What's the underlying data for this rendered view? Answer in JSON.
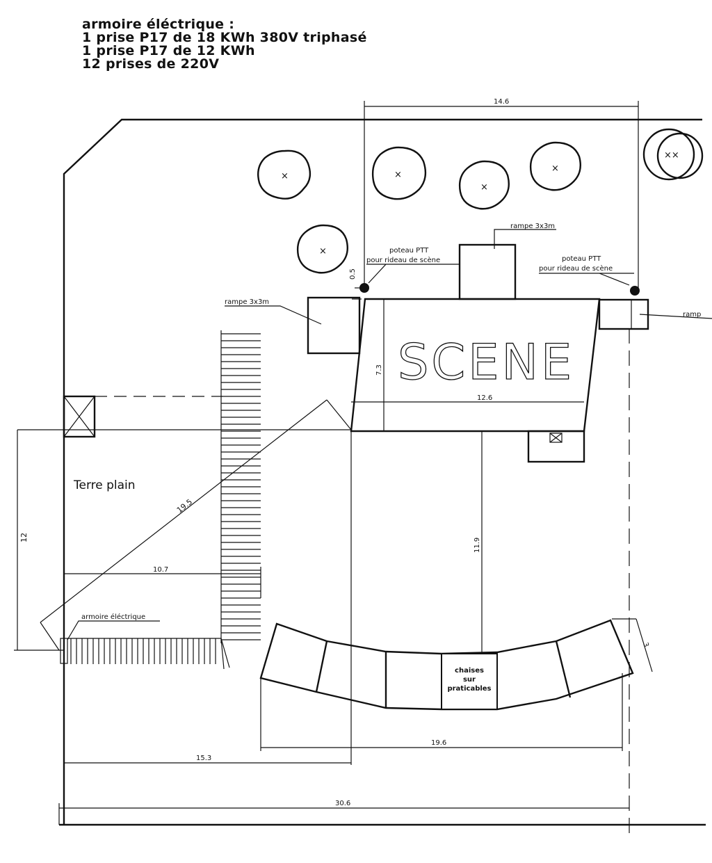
{
  "header": {
    "lines": [
      "armoire éléctrique :",
      "1 prise P17 de 18 KWh 380V triphasé",
      "1 prise P17 de 12 KWh",
      "12 prises de 220V"
    ]
  },
  "plan": {
    "scene_label": "SCENE",
    "terrain_label": "Terre plain",
    "rampe_top": "rampe 3x3m",
    "rampe_left": "rampe 3x3m",
    "rampe_right": "ramp",
    "poteau_left": [
      "poteau PTT",
      "pour rideau de scène"
    ],
    "poteau_right": [
      "poteau PTT",
      "pour rideau de scène"
    ],
    "armoire_label": "armoire éléctrique",
    "seating_label": [
      "chaises",
      "sur",
      "praticables"
    ]
  },
  "dimensions": {
    "top_width": "14.6",
    "post_offset": "0.5",
    "scene_depth": "7.3",
    "scene_width": "12.6",
    "diagonal": "19.5",
    "left_height": "12",
    "stairs_width": "10.7",
    "scene_to_seating": "11.9",
    "seating_depth": "3",
    "seating_width": "19.6",
    "left_offset": "15.3",
    "total_width": "30.6"
  }
}
